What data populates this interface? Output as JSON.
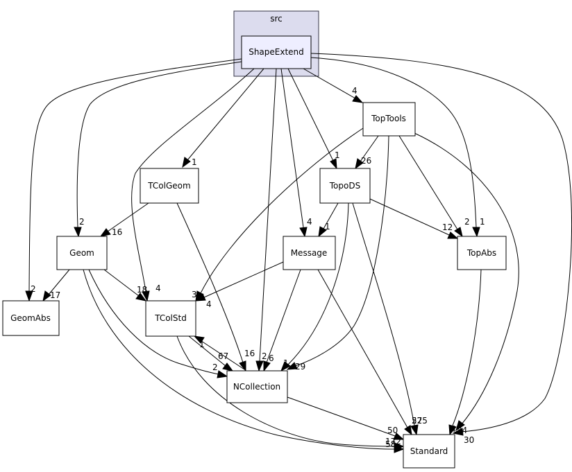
{
  "cluster": {
    "label": "src"
  },
  "nodes": {
    "shapeextend": "ShapeExtend",
    "toptools": "TopTools",
    "tcolgeom": "TColGeom",
    "topods": "TopoDS",
    "geom": "Geom",
    "message": "Message",
    "topabs": "TopAbs",
    "geomabs": "GeomAbs",
    "tcolstd": "TColStd",
    "ncollection": "NCollection",
    "standard": "Standard"
  },
  "edges": [
    {
      "id": "se-toptools",
      "from": "ShapeExtend",
      "to": "TopTools",
      "label": "4"
    },
    {
      "id": "se-tcolgeom",
      "from": "ShapeExtend",
      "to": "TColGeom",
      "label": "1"
    },
    {
      "id": "se-topods",
      "from": "ShapeExtend",
      "to": "TopoDS",
      "label": "1"
    },
    {
      "id": "se-geom",
      "from": "ShapeExtend",
      "to": "Geom",
      "label": "2"
    },
    {
      "id": "se-message",
      "from": "ShapeExtend",
      "to": "Message",
      "label": "4"
    },
    {
      "id": "se-topabs",
      "from": "ShapeExtend",
      "to": "TopAbs",
      "label": "1"
    },
    {
      "id": "se-geomabs",
      "from": "ShapeExtend",
      "to": "GeomAbs",
      "label": "2"
    },
    {
      "id": "se-tcolstd",
      "from": "ShapeExtend",
      "to": "TColStd",
      "label": "4"
    },
    {
      "id": "se-ncollection",
      "from": "ShapeExtend",
      "to": "NCollection",
      "label": "2"
    },
    {
      "id": "se-standard",
      "from": "ShapeExtend",
      "to": "Standard",
      "label": "30"
    },
    {
      "id": "tt-topods",
      "from": "TopTools",
      "to": "TopoDS",
      "label": "26"
    },
    {
      "id": "tt-topabs",
      "from": "TopTools",
      "to": "TopAbs",
      "label": "2"
    },
    {
      "id": "tt-tcolstd",
      "from": "TopTools",
      "to": "TColStd",
      "label": "3"
    },
    {
      "id": "tt-ncollection",
      "from": "TopTools",
      "to": "NCollection",
      "label": "29"
    },
    {
      "id": "tt-standard",
      "from": "TopTools",
      "to": "Standard",
      "label": "34"
    },
    {
      "id": "tg-geom",
      "from": "TColGeom",
      "to": "Geom",
      "label": "16"
    },
    {
      "id": "tg-ncollection",
      "from": "TColGeom",
      "to": "NCollection",
      "label": "16"
    },
    {
      "id": "td-message",
      "from": "TopoDS",
      "to": "Message",
      "label": "1"
    },
    {
      "id": "td-topabs",
      "from": "TopoDS",
      "to": "TopAbs",
      "label": "12"
    },
    {
      "id": "td-ncollection",
      "from": "TopoDS",
      "to": "NCollection",
      "label": "1"
    },
    {
      "id": "td-standard",
      "from": "TopoDS",
      "to": "Standard",
      "label": "275"
    },
    {
      "id": "geom-geomabs",
      "from": "Geom",
      "to": "GeomAbs",
      "label": "17"
    },
    {
      "id": "geom-tcolstd",
      "from": "Geom",
      "to": "TColStd",
      "label": "18"
    },
    {
      "id": "geom-ncollection",
      "from": "Geom",
      "to": "NCollection",
      "label": "2"
    },
    {
      "id": "geom-standard",
      "from": "Geom",
      "to": "Standard",
      "label": "172"
    },
    {
      "id": "msg-tcolstd",
      "from": "Message",
      "to": "TColStd",
      "label": "4"
    },
    {
      "id": "msg-ncollection",
      "from": "Message",
      "to": "NCollection",
      "label": "6"
    },
    {
      "id": "msg-standard",
      "from": "Message",
      "to": "Standard",
      "label": "52"
    },
    {
      "id": "topabs-standard",
      "from": "TopAbs",
      "to": "Standard",
      "label": "4"
    },
    {
      "id": "tcs-ncollection",
      "from": "TColStd",
      "to": "NCollection",
      "label": "67"
    },
    {
      "id": "tcs-standard",
      "from": "TColStd",
      "to": "Standard",
      "label": "58"
    },
    {
      "id": "nc-tcolstd",
      "from": "NCollection",
      "to": "TColStd",
      "label": "1"
    },
    {
      "id": "nc-standard",
      "from": "NCollection",
      "to": "Standard",
      "label": "50"
    }
  ]
}
